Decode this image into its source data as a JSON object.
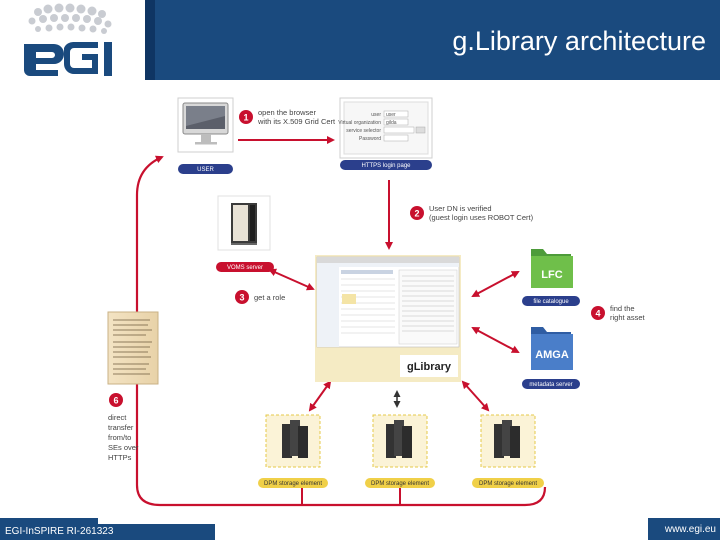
{
  "header": {
    "title": "g.Library architecture",
    "logo_text": "egi"
  },
  "footer": {
    "left": "EGI-InSPIRE RI-261323",
    "right": "www.egi.eu"
  },
  "colors": {
    "brand_blue": "#1a4a7e",
    "arrow_red": "#c8102e",
    "badge_red": "#c8102e",
    "caption_navy": "#2b3f8c"
  },
  "nodes": {
    "user": "USER",
    "login": "HTTPS login page",
    "voms": "VOMS server",
    "lfc_icon": "LFC",
    "lfc": "file catalogue",
    "amga_icon": "AMGA",
    "amga": "metadata server",
    "glibrary_logo": "gLibrary",
    "dpm1": "DPM storage element",
    "dpm2": "DPM storage element",
    "dpm3": "DPM storage element"
  },
  "login_form": {
    "user_label": "user",
    "user_value": "user",
    "org_label": "Virtual organization",
    "org_value": "gilda",
    "service_label": "service selector",
    "password_label": "Password"
  },
  "steps": [
    {
      "num": "1",
      "line1": "open the browser",
      "line2": "with its X.509 Grid Cert"
    },
    {
      "num": "2",
      "line1": "User DN is verified",
      "line2": "(guest login uses ROBOT Cert)"
    },
    {
      "num": "3",
      "line1": "get a role",
      "line2": ""
    },
    {
      "num": "4",
      "line1": "find the",
      "line2": "right asset"
    },
    {
      "num": "6",
      "lines": [
        "direct",
        "transfer",
        "from/to",
        "SEs over",
        "HTTPs"
      ]
    }
  ]
}
